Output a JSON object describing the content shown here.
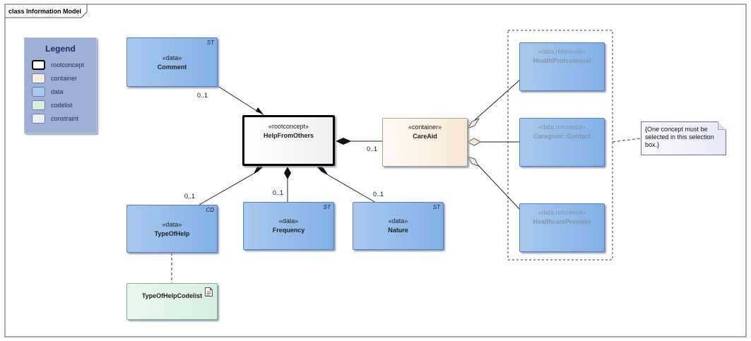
{
  "frame": {
    "label": "class Information Model"
  },
  "legend": {
    "title": "Legend",
    "items": [
      {
        "label": "rootconcept",
        "color": "#ffffff",
        "border": "#000000"
      },
      {
        "label": "container",
        "color": "#f8ebe0"
      },
      {
        "label": "data",
        "color": "#a7c9ee"
      },
      {
        "label": "codelist",
        "color": "#d9f0df"
      },
      {
        "label": "constraint",
        "color": "#eeeef8"
      }
    ]
  },
  "nodes": {
    "comment": {
      "stereotype": "«data»",
      "name": "Comment",
      "tag": "ST"
    },
    "help_from_others": {
      "stereotype": "«rootconcept»",
      "name": "HelpFromOthers"
    },
    "care_aid": {
      "stereotype": "«container»",
      "name": "CareAid"
    },
    "type_of_help": {
      "stereotype": "«data»",
      "name": "TypeOfHelp",
      "tag": "CD"
    },
    "frequency": {
      "stereotype": "«data»",
      "name": "Frequency",
      "tag": "ST"
    },
    "nature": {
      "stereotype": "«data»",
      "name": "Nature",
      "tag": "ST"
    },
    "type_of_help_codelist": {
      "name": "TypeOfHelpCodelist"
    },
    "health_professional": {
      "stereotype": "«data,reference»",
      "name": "HealthProfessional"
    },
    "caregiver_contact": {
      "stereotype": "«data,reference»",
      "name": "Caregiver::Contact"
    },
    "healthcare_provider": {
      "stereotype": "«data,reference»",
      "name": "HealthcareProvider"
    }
  },
  "multiplicities": {
    "comment": "0..1",
    "care_aid": "0..1",
    "type_of_help": "0..1",
    "frequency": "0..1",
    "nature": "0..1"
  },
  "note": {
    "text": "{One concept must be selected in this selection box.}"
  },
  "colors": {
    "data_fill": "#a7c9ee",
    "data_border": "#5b7ec2",
    "container_fill": "#f8ebe0",
    "codelist_fill": "#d9f0df",
    "legend_fill": "#9eb0d6"
  }
}
